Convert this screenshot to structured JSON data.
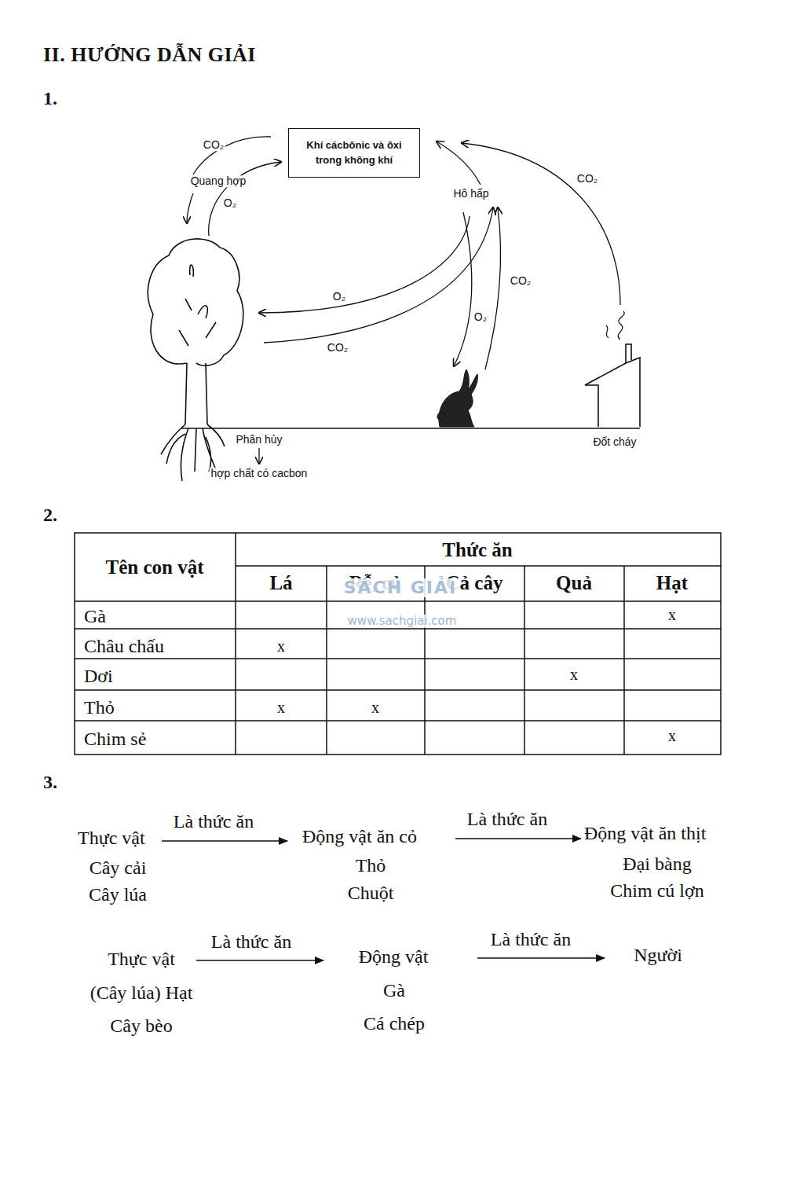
{
  "diagram": {
    "title": "II. HƯỚNG DẪN GIẢI",
    "nodes": [
      {
        "text": [
          "Khí cácbônic và ôxi trong không khí"
        ]
      }
    ],
    "labels": [
      "1.",
      "CO₂",
      "Quang hợp",
      "O₂",
      "Hô hấp",
      "CO₂",
      "CO₂",
      "O₂",
      "O₂",
      "CO₂",
      "Phân hủy",
      "hợp chất có cacbon",
      "Đốt cháy",
      "2.",
      "Tên con vật",
      "Thức ăn",
      "Lá",
      "Rễ, củ",
      "Cả cây",
      "Quả",
      "Hạt",
      "Gà",
      "x",
      "Châu chấu",
      "x",
      "Dơi",
      "x",
      "Thỏ",
      "x",
      "x",
      "Chim sẻ",
      "x",
      "SÁCH GIẢI",
      "www.sachgiai.com",
      "3.",
      "Thực vật",
      "Là thức ăn",
      "Động vật ăn cỏ",
      "Là thức ăn",
      "Động vật ăn thịt",
      "Cây cải",
      "Thỏ",
      "Đại bàng",
      "Cây lúa",
      "Chuột",
      "Chim cú lợn",
      "Thực vật",
      "Là thức ăn",
      "Động vật",
      "Là thức ăn",
      "Người",
      "(Cây lúa) Hạt",
      "Gà",
      "Cây bèo",
      "Cá chép"
    ]
  }
}
